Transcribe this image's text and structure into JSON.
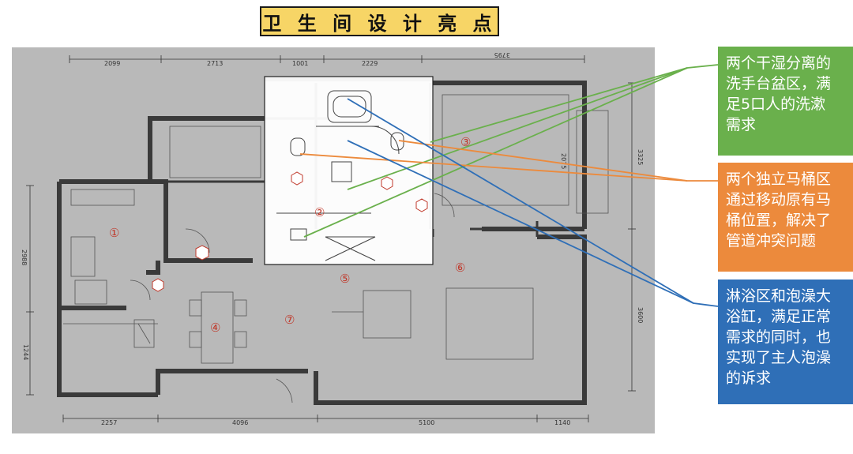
{
  "title": "卫 生 间 设 计 亮 点",
  "dimensions": {
    "top": [
      "2099",
      "2713",
      "1001",
      "2229",
      "3795"
    ],
    "bottom": [
      "2257",
      "4096",
      "5100",
      "1140"
    ],
    "left": [
      "2988",
      "1244"
    ],
    "right": [
      "3325",
      "3600"
    ],
    "inner": "2075"
  },
  "rooms": [
    "①",
    "②",
    "③",
    "④",
    "⑤",
    "⑥",
    "⑦"
  ],
  "callouts": {
    "green": [
      "两个干湿分离的",
      "洗手台盆区，满",
      "足5口人的洗漱",
      "需求"
    ],
    "orange": [
      "两个独立马桶区",
      "通过移动原有马",
      "桶位置，解决了",
      "管道冲突问题"
    ],
    "blue": [
      "淋浴区和泡澡大",
      "浴缸，满足正常",
      "需求的同时，也",
      "实现了主人泡澡",
      "的诉求"
    ]
  },
  "colors": {
    "title_bg": "#f7d566",
    "green": "#6ab04c",
    "orange": "#ec8a3c",
    "blue": "#2f6fb7",
    "plan_bg": "#b9b9b9"
  }
}
